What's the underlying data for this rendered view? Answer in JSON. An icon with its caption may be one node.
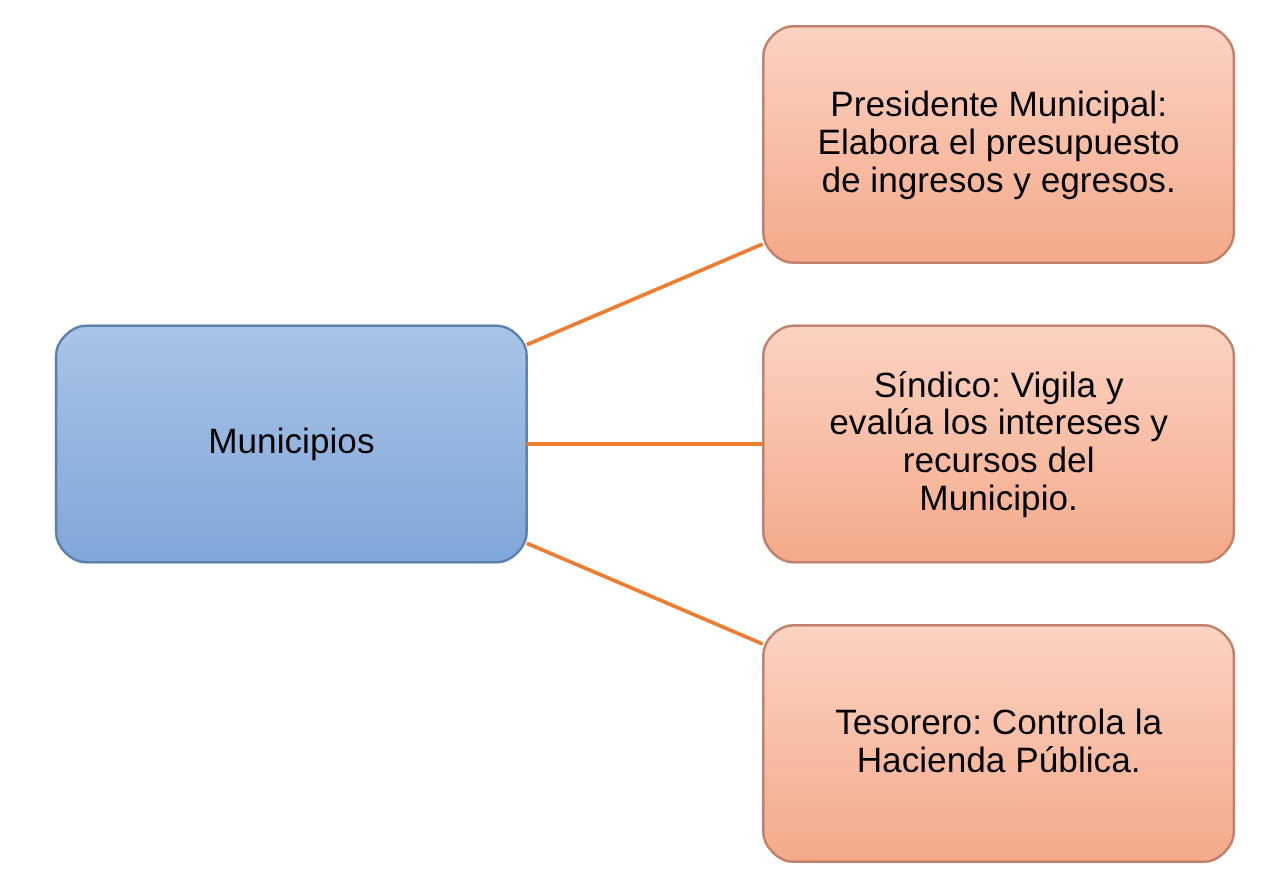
{
  "diagram": {
    "nodes": [
      {
        "text": [
          "Municipios"
        ]
      },
      {
        "text": [
          "Presidente Municipal: Elabora el presupuesto de ingresos y egresos."
        ]
      },
      {
        "text": [
          "Síndico: Vigila y evalúa los intereses y recursos del Municipio."
        ]
      },
      {
        "text": [
          "Tesorero: Controla la Hacienda Pública."
        ]
      }
    ],
    "edges": [
      {
        "from": 0,
        "to": 1,
        "arrow": "none"
      },
      {
        "from": 0,
        "to": 2,
        "arrow": "none"
      },
      {
        "from": 0,
        "to": 3,
        "arrow": "none"
      }
    ]
  }
}
